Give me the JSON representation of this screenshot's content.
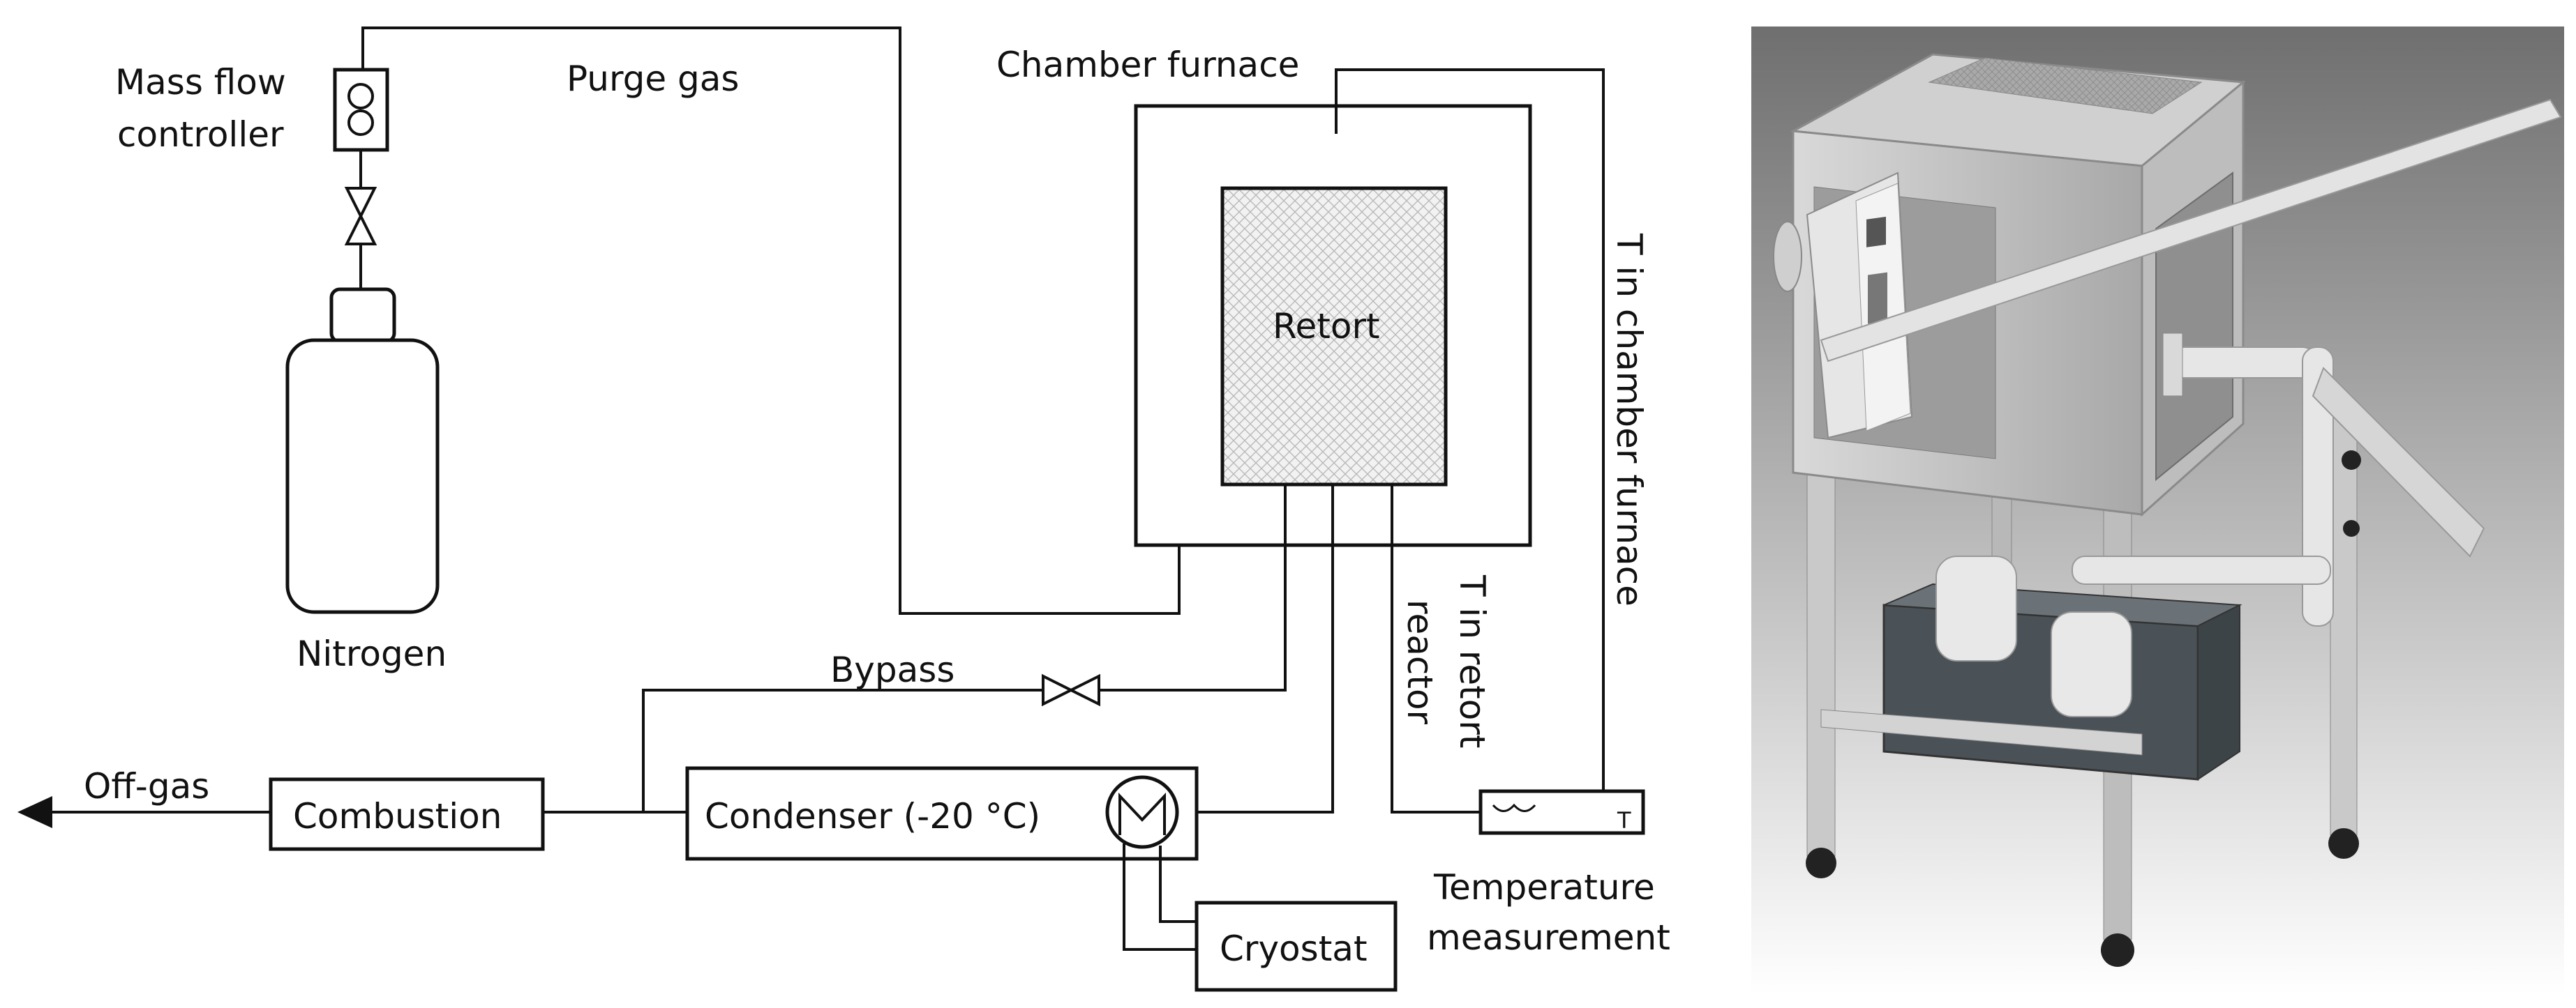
{
  "labels": {
    "mass_flow_controller_line1": "Mass flow",
    "mass_flow_controller_line2": "controller",
    "purge_gas": "Purge gas",
    "chamber_furnace": "Chamber furnace",
    "retort": "Retort",
    "t_in_chamber_furnace": "T in chamber furnace",
    "t_in_retort_line1": "T in retort",
    "t_in_retort_line2": "reactor",
    "nitrogen": "Nitrogen",
    "bypass": "Bypass",
    "off_gas": "Off-gas",
    "combustion": "Combustion",
    "condenser": "Condenser (-20 °C)",
    "cryostat": "Cryostat",
    "temperature_measurement_line1": "Temperature",
    "temperature_measurement_line2": "measurement",
    "thermocouple_symbol": "T"
  }
}
